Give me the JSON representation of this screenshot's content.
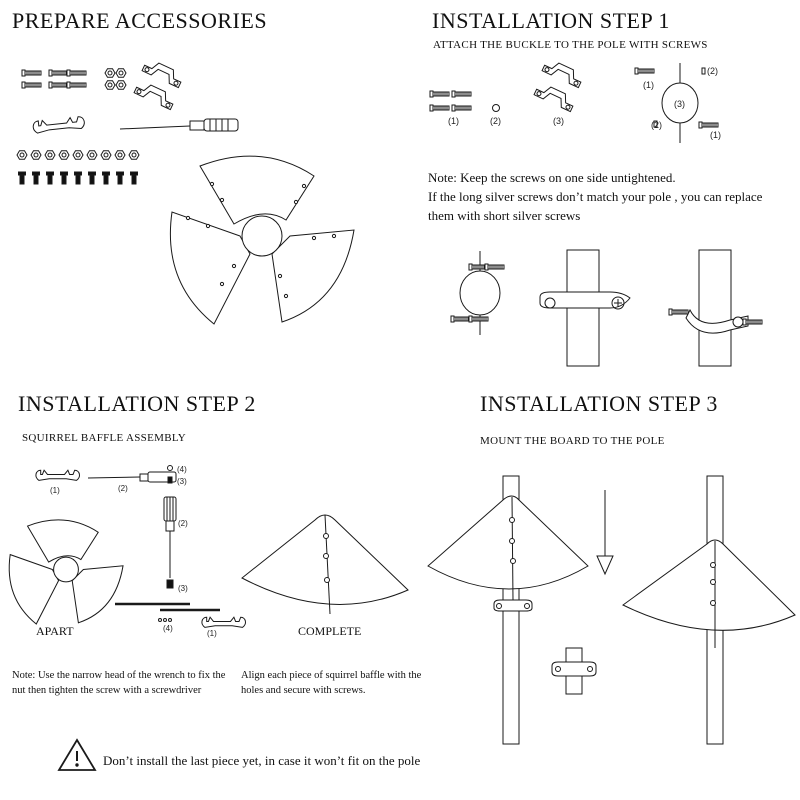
{
  "prepare": {
    "title": "PREPARE ACCESSORIES"
  },
  "step1": {
    "title": "INSTALLATION STEP 1",
    "subtitle": "ATTACH THE BUCKLE TO THE POLE WITH SCREWS",
    "part_labels": [
      "(1)",
      "(2)",
      "(3)"
    ],
    "note_line1": "Note: Keep the screws on one side untightened.",
    "note_line2": "If the long silver screws don’t match your pole , you can replace them with short silver screws"
  },
  "step2": {
    "title": "INSTALLATION STEP 2",
    "subtitle": "SQUIRREL BAFFLE ASSEMBLY",
    "tool_labels": [
      "(1)",
      "(2)",
      "(3)",
      "(4)"
    ],
    "apart_label": "APART",
    "complete_label": "COMPLETE",
    "note_wrench": "Note: Use the narrow head of the wrench to fix the nut then tighten the screw with a screwdriver",
    "note_align": "Align each piece of squirrel baffle with the holes and secure with screws.",
    "warning": "Don’t install the last piece yet, in case it won’t fit on the pole"
  },
  "step3": {
    "title": "INSTALLATION STEP 3",
    "subtitle": "MOUNT THE BOARD TO THE POLE"
  },
  "icons": [
    "screw-icon",
    "nut-icon",
    "clamp-icon",
    "wrench-icon",
    "screwdriver-icon",
    "baffle-icon",
    "pole-icon",
    "warning-icon",
    "arrow-down-icon"
  ]
}
